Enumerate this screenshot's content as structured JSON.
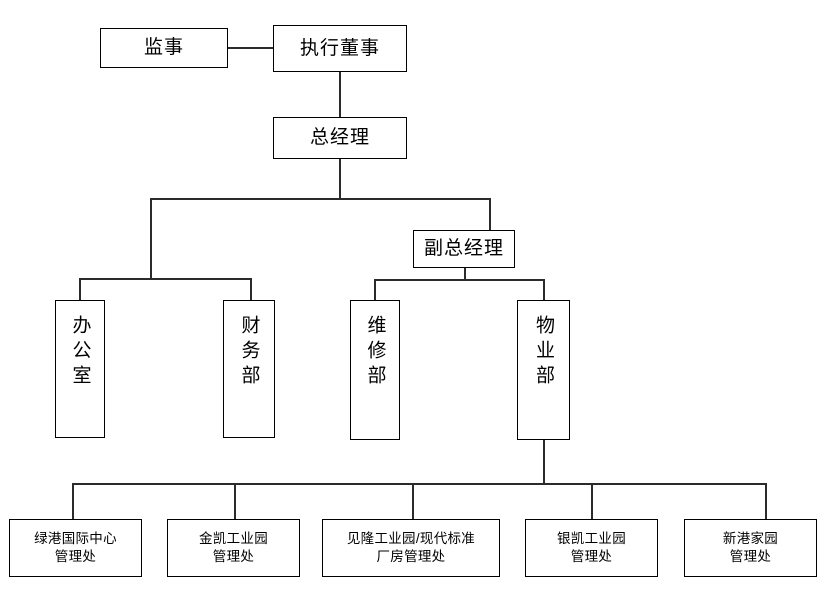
{
  "diagram": {
    "type": "organization-chart",
    "title": "",
    "orientation": "top-down",
    "background_color": "#ffffff",
    "line_color": "#2b2b2b",
    "box_border_color": "#000000",
    "box_fill_color": "#ffffff",
    "text_color": "#000000"
  },
  "nodes": {
    "supervisor": {
      "label": "监事"
    },
    "executive_director": {
      "label": "执行董事"
    },
    "general_manager": {
      "label": "总经理"
    },
    "deputy_general_manager": {
      "label": "副总经理"
    },
    "office": {
      "label": "办公室"
    },
    "finance_dept": {
      "label": "财务部"
    },
    "maintenance_dept": {
      "label": "维修部"
    },
    "property_dept": {
      "label": "物业部"
    }
  },
  "management_offices": [
    {
      "label": "绿港国际中心\n管理处"
    },
    {
      "label": "金凯工业园\n管理处"
    },
    {
      "label": "见隆工业园/现代标准\n厂房管理处"
    },
    {
      "label": "银凯工业园\n管理处"
    },
    {
      "label": "新港家园\n管理处"
    }
  ]
}
